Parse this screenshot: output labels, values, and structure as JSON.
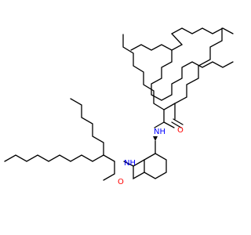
{
  "molecule": {
    "atoms": {
      "N1": {
        "symbol": "NH",
        "color": "#0000ff"
      },
      "N2": {
        "symbol": "NH",
        "color": "#0000ff"
      },
      "O1": {
        "symbol": "O",
        "color": "#ff0000"
      },
      "O2": {
        "symbol": "O",
        "color": "#ff0000"
      }
    },
    "stereo": [
      "wedge",
      "hash"
    ]
  },
  "colors": {
    "bond": "#000000",
    "background": "#ffffff"
  }
}
